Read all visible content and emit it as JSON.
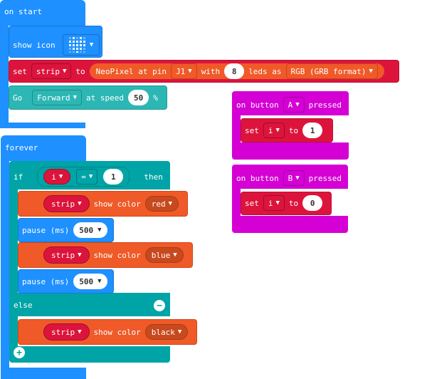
{
  "on_start": {
    "hat_label": "on start",
    "show_icon_label": "show icon",
    "set_label": "set",
    "strip_var": "strip",
    "to_label": "to",
    "neopixel_label": "NeoPixel at pin",
    "pin_value": "J1",
    "with_label": "with",
    "leds_count": "8",
    "leds_as_label": "leds as",
    "format_value": "RGB (GRB format)",
    "go_label": "Go",
    "direction_value": "Forward",
    "at_speed_label": "at speed",
    "speed_value": "50",
    "percent_label": "%"
  },
  "button_a": {
    "hat_label": "on button",
    "button_value": "A",
    "pressed_label": "pressed",
    "set_label": "set",
    "var": "i",
    "to_label": "to",
    "value": "1"
  },
  "button_b": {
    "hat_label": "on button",
    "button_value": "B",
    "pressed_label": "pressed",
    "set_label": "set",
    "var": "i",
    "to_label": "to",
    "value": "0"
  },
  "forever": {
    "hat_label": "forever",
    "if_label": "if",
    "cond_var": "i",
    "cond_op": "=",
    "cond_value": "1",
    "then_label": "then",
    "strip_var": "strip",
    "show_color_label": "show color",
    "color_1": "red",
    "pause_label": "pause (ms)",
    "pause_1": "500",
    "color_2": "blue",
    "pause_2": "500",
    "else_label": "else",
    "color_3": "black"
  },
  "colors": {
    "basic": "#1e90ff",
    "variables": "#dc143c",
    "neopixel": "#f05a28",
    "motor": "#2cb7b4",
    "logic": "#00a4a6",
    "input": "#d400d4"
  },
  "icons": {
    "led_icon": "heart-led-icon",
    "add_else": "plus-icon",
    "remove_else": "minus-icon"
  }
}
